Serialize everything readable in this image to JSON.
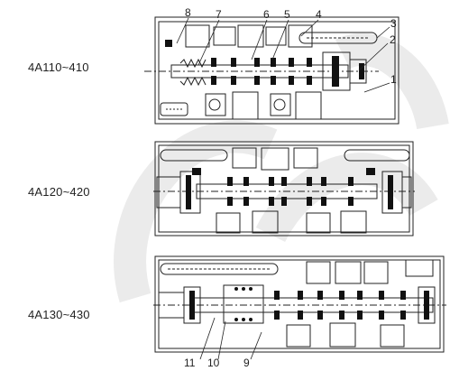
{
  "colors": {
    "line": "#222222",
    "fill_dark": "#111111",
    "watermark": "#e8e8e8"
  },
  "models": [
    {
      "label": "4A110~410"
    },
    {
      "label": "4A120~420"
    },
    {
      "label": "4A130~430"
    }
  ],
  "callouts": {
    "top": [
      "8",
      "7",
      "6",
      "5",
      "4",
      "3",
      "2",
      "1"
    ],
    "bottom": [
      "11",
      "10",
      "9"
    ]
  },
  "watermark": {
    "visible": true
  }
}
